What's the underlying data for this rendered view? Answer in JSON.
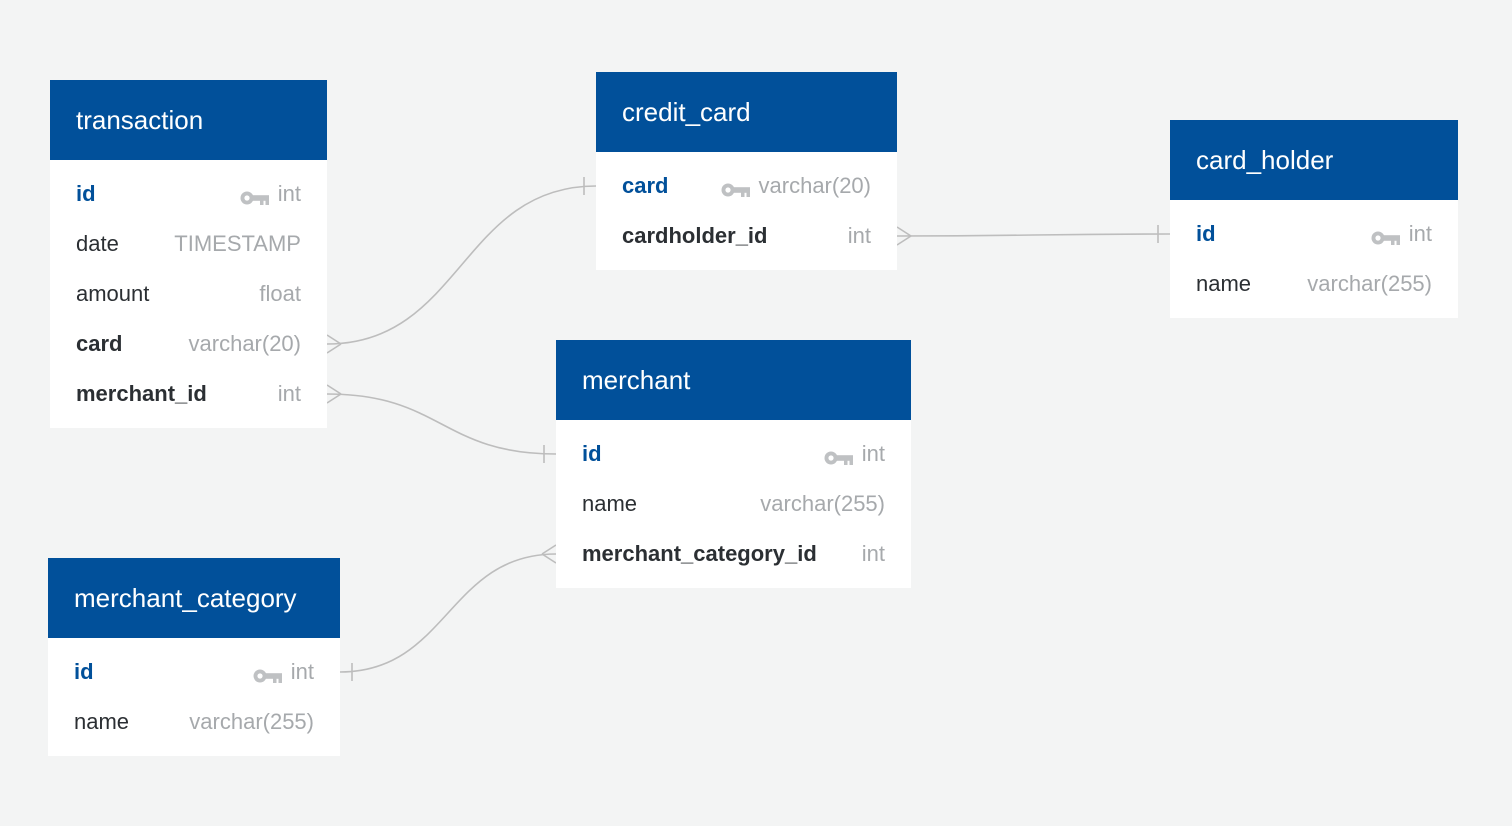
{
  "colors": {
    "background": "#f3f4f4",
    "header": "#01509a",
    "primary_key_text": "#01509a",
    "column_text": "#2b2f33",
    "type_text": "#a6a9ac",
    "connector": "#bdbdbd"
  },
  "tables": {
    "transaction": {
      "title": "transaction",
      "columns": [
        {
          "name": "id",
          "type": "int",
          "primary_key": true
        },
        {
          "name": "date",
          "type": "TIMESTAMP"
        },
        {
          "name": "amount",
          "type": "float"
        },
        {
          "name": "card",
          "type": "varchar(20)",
          "foreign_key": true
        },
        {
          "name": "merchant_id",
          "type": "int",
          "foreign_key": true
        }
      ]
    },
    "credit_card": {
      "title": "credit_card",
      "columns": [
        {
          "name": "card",
          "type": "varchar(20)",
          "primary_key": true
        },
        {
          "name": "cardholder_id",
          "type": "int",
          "foreign_key": true
        }
      ]
    },
    "card_holder": {
      "title": "card_holder",
      "columns": [
        {
          "name": "id",
          "type": "int",
          "primary_key": true
        },
        {
          "name": "name",
          "type": "varchar(255)"
        }
      ]
    },
    "merchant": {
      "title": "merchant",
      "columns": [
        {
          "name": "id",
          "type": "int",
          "primary_key": true
        },
        {
          "name": "name",
          "type": "varchar(255)"
        },
        {
          "name": "merchant_category_id",
          "type": "int",
          "foreign_key": true
        }
      ]
    },
    "merchant_category": {
      "title": "merchant_category",
      "columns": [
        {
          "name": "id",
          "type": "int",
          "primary_key": true
        },
        {
          "name": "name",
          "type": "varchar(255)"
        }
      ]
    }
  },
  "relationships": [
    {
      "from": "transaction.card",
      "to": "credit_card.card",
      "from_cardinality": "many",
      "to_cardinality": "one"
    },
    {
      "from": "transaction.merchant_id",
      "to": "merchant.id",
      "from_cardinality": "many",
      "to_cardinality": "one"
    },
    {
      "from": "credit_card.cardholder_id",
      "to": "card_holder.id",
      "from_cardinality": "many",
      "to_cardinality": "one"
    },
    {
      "from": "merchant.merchant_category_id",
      "to": "merchant_category.id",
      "from_cardinality": "many",
      "to_cardinality": "one"
    }
  ],
  "icons": {
    "primary_key": "key-icon",
    "many_end": "crows-foot-icon",
    "one_end": "one-bar-icon"
  }
}
